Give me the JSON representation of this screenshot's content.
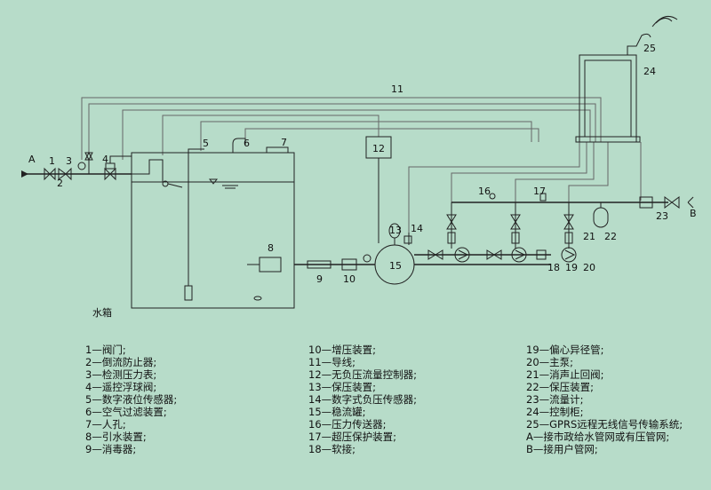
{
  "diagram": {
    "tank_label": "水箱",
    "markers": {
      "A": "A",
      "B": "B",
      "n1": "1",
      "n2": "2",
      "n3": "3",
      "n4": "4",
      "n5": "5",
      "n6": "6",
      "n7": "7",
      "n8": "8",
      "n9": "9",
      "n10": "10",
      "n11": "11",
      "n12": "12",
      "n13": "13",
      "n14": "14",
      "n15": "15",
      "n16": "16",
      "n17": "17",
      "n18": "18",
      "n19": "19",
      "n20": "20",
      "n21": "21",
      "n22": "22",
      "n23": "23",
      "n24": "24",
      "n25": "25"
    }
  },
  "legend": {
    "col1": [
      "1—阀门;",
      "2—倒流防止器;",
      "3—检测压力表;",
      "4—遥控浮球阀;",
      "5—数字液位传感器;",
      "6—空气过滤装置;",
      "7—人孔;",
      "8—引水装置;",
      "9—消毒器;"
    ],
    "col2": [
      "10—增压装置;",
      "11—导线;",
      "12—无负压流量控制器;",
      "13—保压装置;",
      "14—数字式负压传感器;",
      "15—稳流罐;",
      "16—压力传送器;",
      "17—超压保护装置;",
      "18—软接;"
    ],
    "col3": [
      "19—偏心异径管;",
      "20—主泵;",
      "21—消声止回阀;",
      "22—保压装置;",
      "23—流量计;",
      "24—控制柜;",
      "25—GPRS远程无线信号传输系统;",
      "A—接市政给水管网或有压管网;",
      "B—接用户管网;"
    ]
  }
}
